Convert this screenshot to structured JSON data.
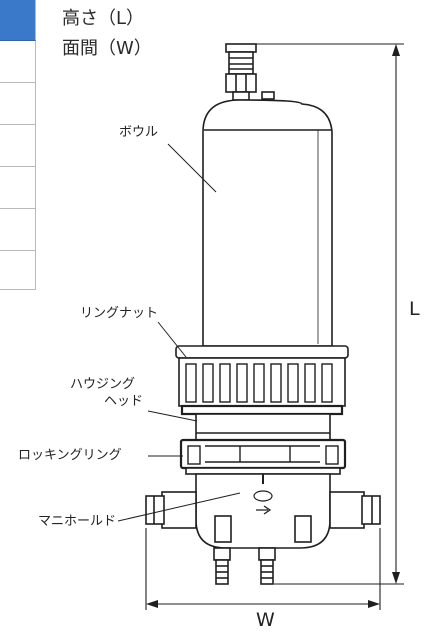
{
  "spec_labels": {
    "height": "高さ（L）",
    "width": "面間（W）"
  },
  "callouts": {
    "bowl": "ボウル",
    "ring_nut": "リングナット",
    "housing_head_line1": "ハウジング",
    "housing_head_line2": "ヘッド",
    "locking_ring": "ロッキングリング",
    "manifold": "マニホールド"
  },
  "dimensions": {
    "length": "L",
    "width": "W"
  },
  "table": {
    "header_color": "#3a78c9",
    "row_count": 6
  }
}
